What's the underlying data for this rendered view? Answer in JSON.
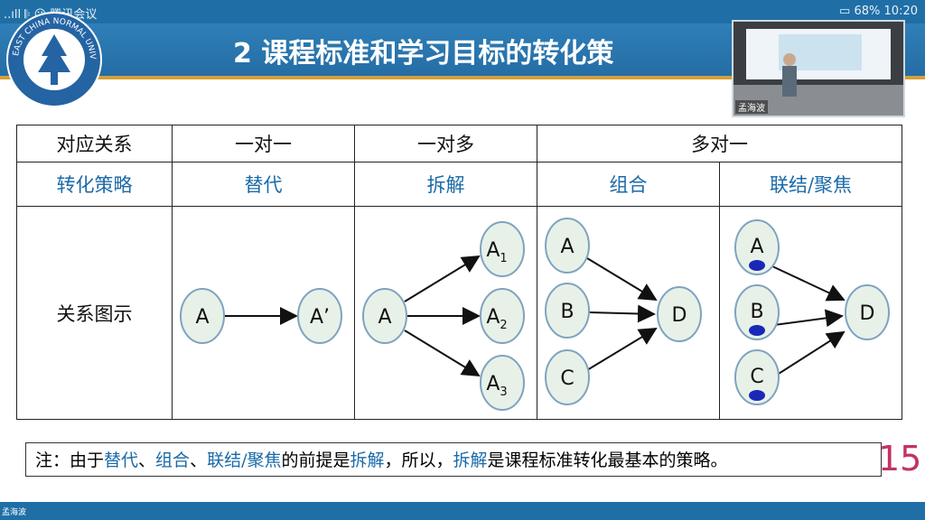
{
  "status_bar": {
    "left_text": "..ıll 𝄆 ☺ 腾讯会议",
    "battery": "68%",
    "time": "10:20"
  },
  "slide": {
    "title": "2 课程标准和学习目标的转化策",
    "table": {
      "row1": [
        "对应关系",
        "一对一",
        "一对多",
        "多对一"
      ],
      "row2": [
        "转化策略",
        "替代",
        "拆解",
        "组合",
        "联结/聚焦"
      ],
      "row3_label": "关系图示"
    },
    "diagrams": {
      "one_to_one": {
        "from": "A",
        "to": "A’"
      },
      "one_to_many": {
        "from": "A",
        "to": [
          "A",
          "A",
          "A"
        ],
        "subs": [
          "1",
          "2",
          "3"
        ]
      },
      "combine": {
        "from": [
          "A",
          "B",
          "C"
        ],
        "to": "D"
      },
      "link": {
        "from": [
          "A",
          "B",
          "C"
        ],
        "to": "D"
      }
    },
    "note": {
      "prefix": "注：由于",
      "t1": "替代",
      "s1": "、",
      "t2": "组合",
      "s2": "、",
      "t3": "联结/聚焦",
      "s3": "的前提是",
      "t4": "拆解",
      "s4": "，所以，",
      "t5": "拆解",
      "s5": "是课程标准转化最基本的策略。"
    },
    "page_number": "15"
  },
  "video": {
    "presenter_name": "孟海波"
  },
  "colors": {
    "header_blue": "#2f7fb8",
    "accent_blue": "#1a6aa8",
    "page_number": "#c2345f",
    "node_dot": "#1a28b8"
  },
  "logo": {
    "text": "EAST CHINA NORMAL UNIVERSITY"
  }
}
